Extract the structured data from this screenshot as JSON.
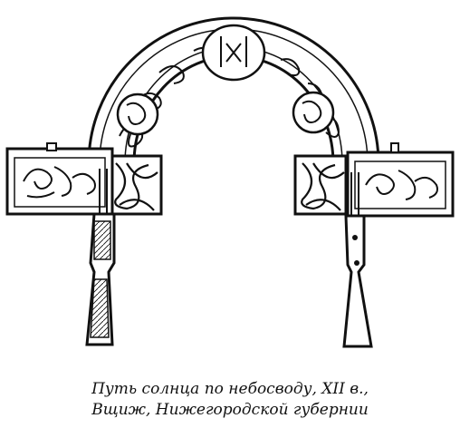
{
  "image": {
    "subject": "arch-artifact-illustration",
    "line_color": "#111111",
    "background_color": "#ffffff"
  },
  "caption": {
    "line1": "Путь солнца по небосводу, XII в.,",
    "line2": "Вщиж, Нижегородской губернии"
  }
}
